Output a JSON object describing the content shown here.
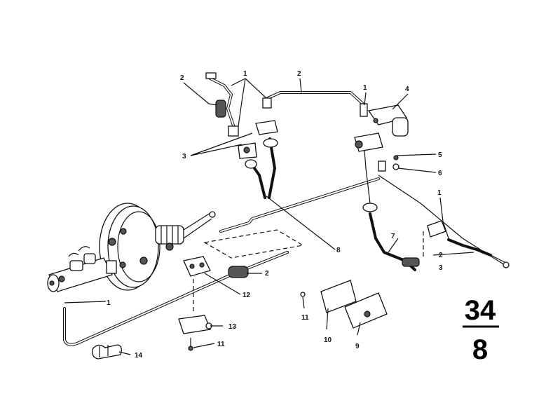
{
  "callouts": {
    "c1_top": "1",
    "c2_topleft": "2",
    "c2_topmid": "2",
    "c1_topright": "1",
    "c4": "4",
    "c3_left": "3",
    "c5": "5",
    "c6": "6",
    "c1_right": "1",
    "c7": "7",
    "c2_right": "2",
    "c3_right": "3",
    "c8": "8",
    "c2_mid": "2",
    "c12": "12",
    "c1_left": "1",
    "c13": "13",
    "c11_bottom": "11",
    "c14": "14",
    "c11_mid": "11",
    "c10": "10",
    "c9": "9"
  },
  "group_number": {
    "top": "34",
    "bottom": "8"
  }
}
